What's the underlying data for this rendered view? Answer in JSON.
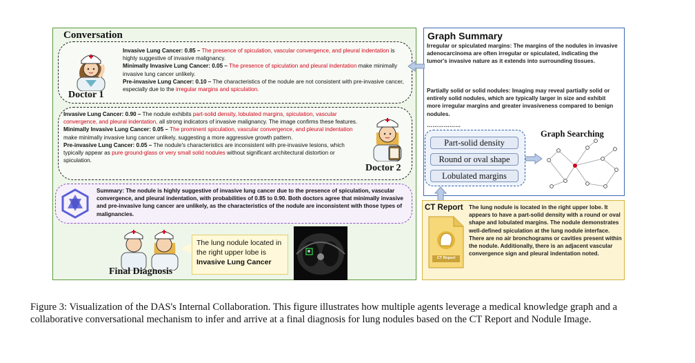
{
  "conversation": {
    "title": "Conversation",
    "doctor1": {
      "label": "Doctor 1",
      "p1_head": "Invasive Lung Cancer: 0.85 –",
      "p1_red": "The presence of spiculation, vascular convergence, and pleural indentation",
      "p1_tail": "is highly suggestive of invasive malignancy.",
      "p2_head": "Minimally Invasive Lung Cancer: 0.05 –",
      "p2_red": "The presence of spiculation and pleural indentation",
      "p2_tail": "make minimally invasive lung cancer unlikely.",
      "p3_head": "Pre-invasive Lung Cancer: 0.10 –",
      "p3_text": "The characteristics of the nodule are not consistent with pre-invasive cancer, especially due to the",
      "p3_red": "irregular margins and spiculation."
    },
    "doctor2": {
      "label": "Doctor 2",
      "p1_head": "Invasive Lung Cancer: 0.90 –",
      "p1_text": "The nodule exhibits",
      "p1_red": "part-solid density, lobulated margins, spiculation, vascular convergence, and pleural indentation,",
      "p1_tail": "all strong indicators of invasive malignancy. The image confirms these features.",
      "p2_head": "Minimally Invasive Lung Cancer: 0.05 –",
      "p2_red": "The prominent spiculation, vascular convergence, and pleural indentation",
      "p2_tail": "make minimally invasive lung cancer unlikely, suggesting a more aggressive growth pattern.",
      "p3_head": "Pre-invasive Lung Cancer: 0.05 –",
      "p3_text": "The nodule's characteristics are inconsistent with pre-invasive lesions, which typically appear as",
      "p3_red": "pure ground-glass or very small solid nodules",
      "p3_tail": "without significant architectural distortion or spiculation."
    },
    "summary": {
      "head": "Summary:",
      "text": "The nodule is highly suggestive of invasive lung cancer due to the presence of spiculation, vascular convergence, and pleural indentation, with probabilities of 0.85 to 0.90. Both doctors agree that minimally invasive and pre-invasive lung cancer are unlikely, as the characteristics of the nodule are inconsistent with those types of malignancies."
    },
    "diagnosis": {
      "label": "Final Diagnosis",
      "text": "The lung nodule located in the right upper lobe is",
      "bold": "Invasive Lung Cancer"
    }
  },
  "graph_summary": {
    "title": "Graph Summary",
    "item1": "Irregular or spiculated margins: The margins of the nodules in invasive adenocarcinoma are often irregular or spiculated, indicating the tumor's invasive nature as it extends into surrounding tissues.",
    "item2": "Partially solid or solid nodules: Imaging may reveal partially solid or entirely solid nodules, which are typically larger in size and exhibit more irregular margins and greater invasiveness compared to benign nodules.",
    "ellipsis": "………………",
    "search_label": "Graph Searching",
    "features": [
      "Part-solid density",
      "Round or oval shape",
      "Lobulated margins"
    ]
  },
  "ct_report": {
    "title": "CT Report",
    "icon_caption": "CT Report",
    "text": "The lung nodule is located in the right upper lobe. It appears to have a part-solid density with a round or oval shape and lobulated margins. The nodule demonstrates well-defined spiculation at the lung nodule interface. There are no air bronchograms or cavities present within the nodule. Additionally, there is an adjacent vascular convergence sign and pleural indentation noted."
  },
  "caption": "Figure 3: Visualization of the DAS's Internal Collaboration. This figure illustrates how multiple agents leverage a medical knowledge graph and a collaborative conversational mechanism to infer and arrive at a final diagnosis for lung nodules based on the CT Report and Nodule Image.",
  "colors": {
    "green": "#5a9a3a",
    "blue": "#3a68b0",
    "gold": "#d6b33a",
    "purple": "#8a4fc0",
    "red": "#d0021b"
  }
}
